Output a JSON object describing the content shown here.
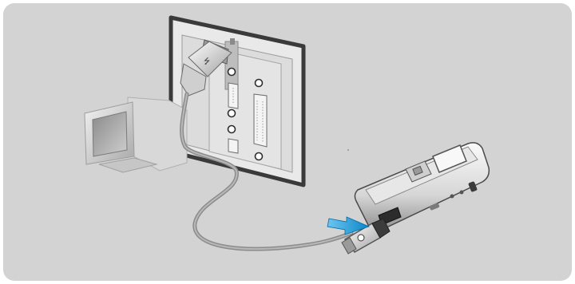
{
  "figure": {
    "illustration": "device-usb-connection",
    "subjects": [
      "computer-monitor",
      "computer-back-panel",
      "usb-cable",
      "portable-player",
      "insert-arrow"
    ],
    "accent_color": "#0b86c8",
    "background_color": "#d3d3d3"
  }
}
